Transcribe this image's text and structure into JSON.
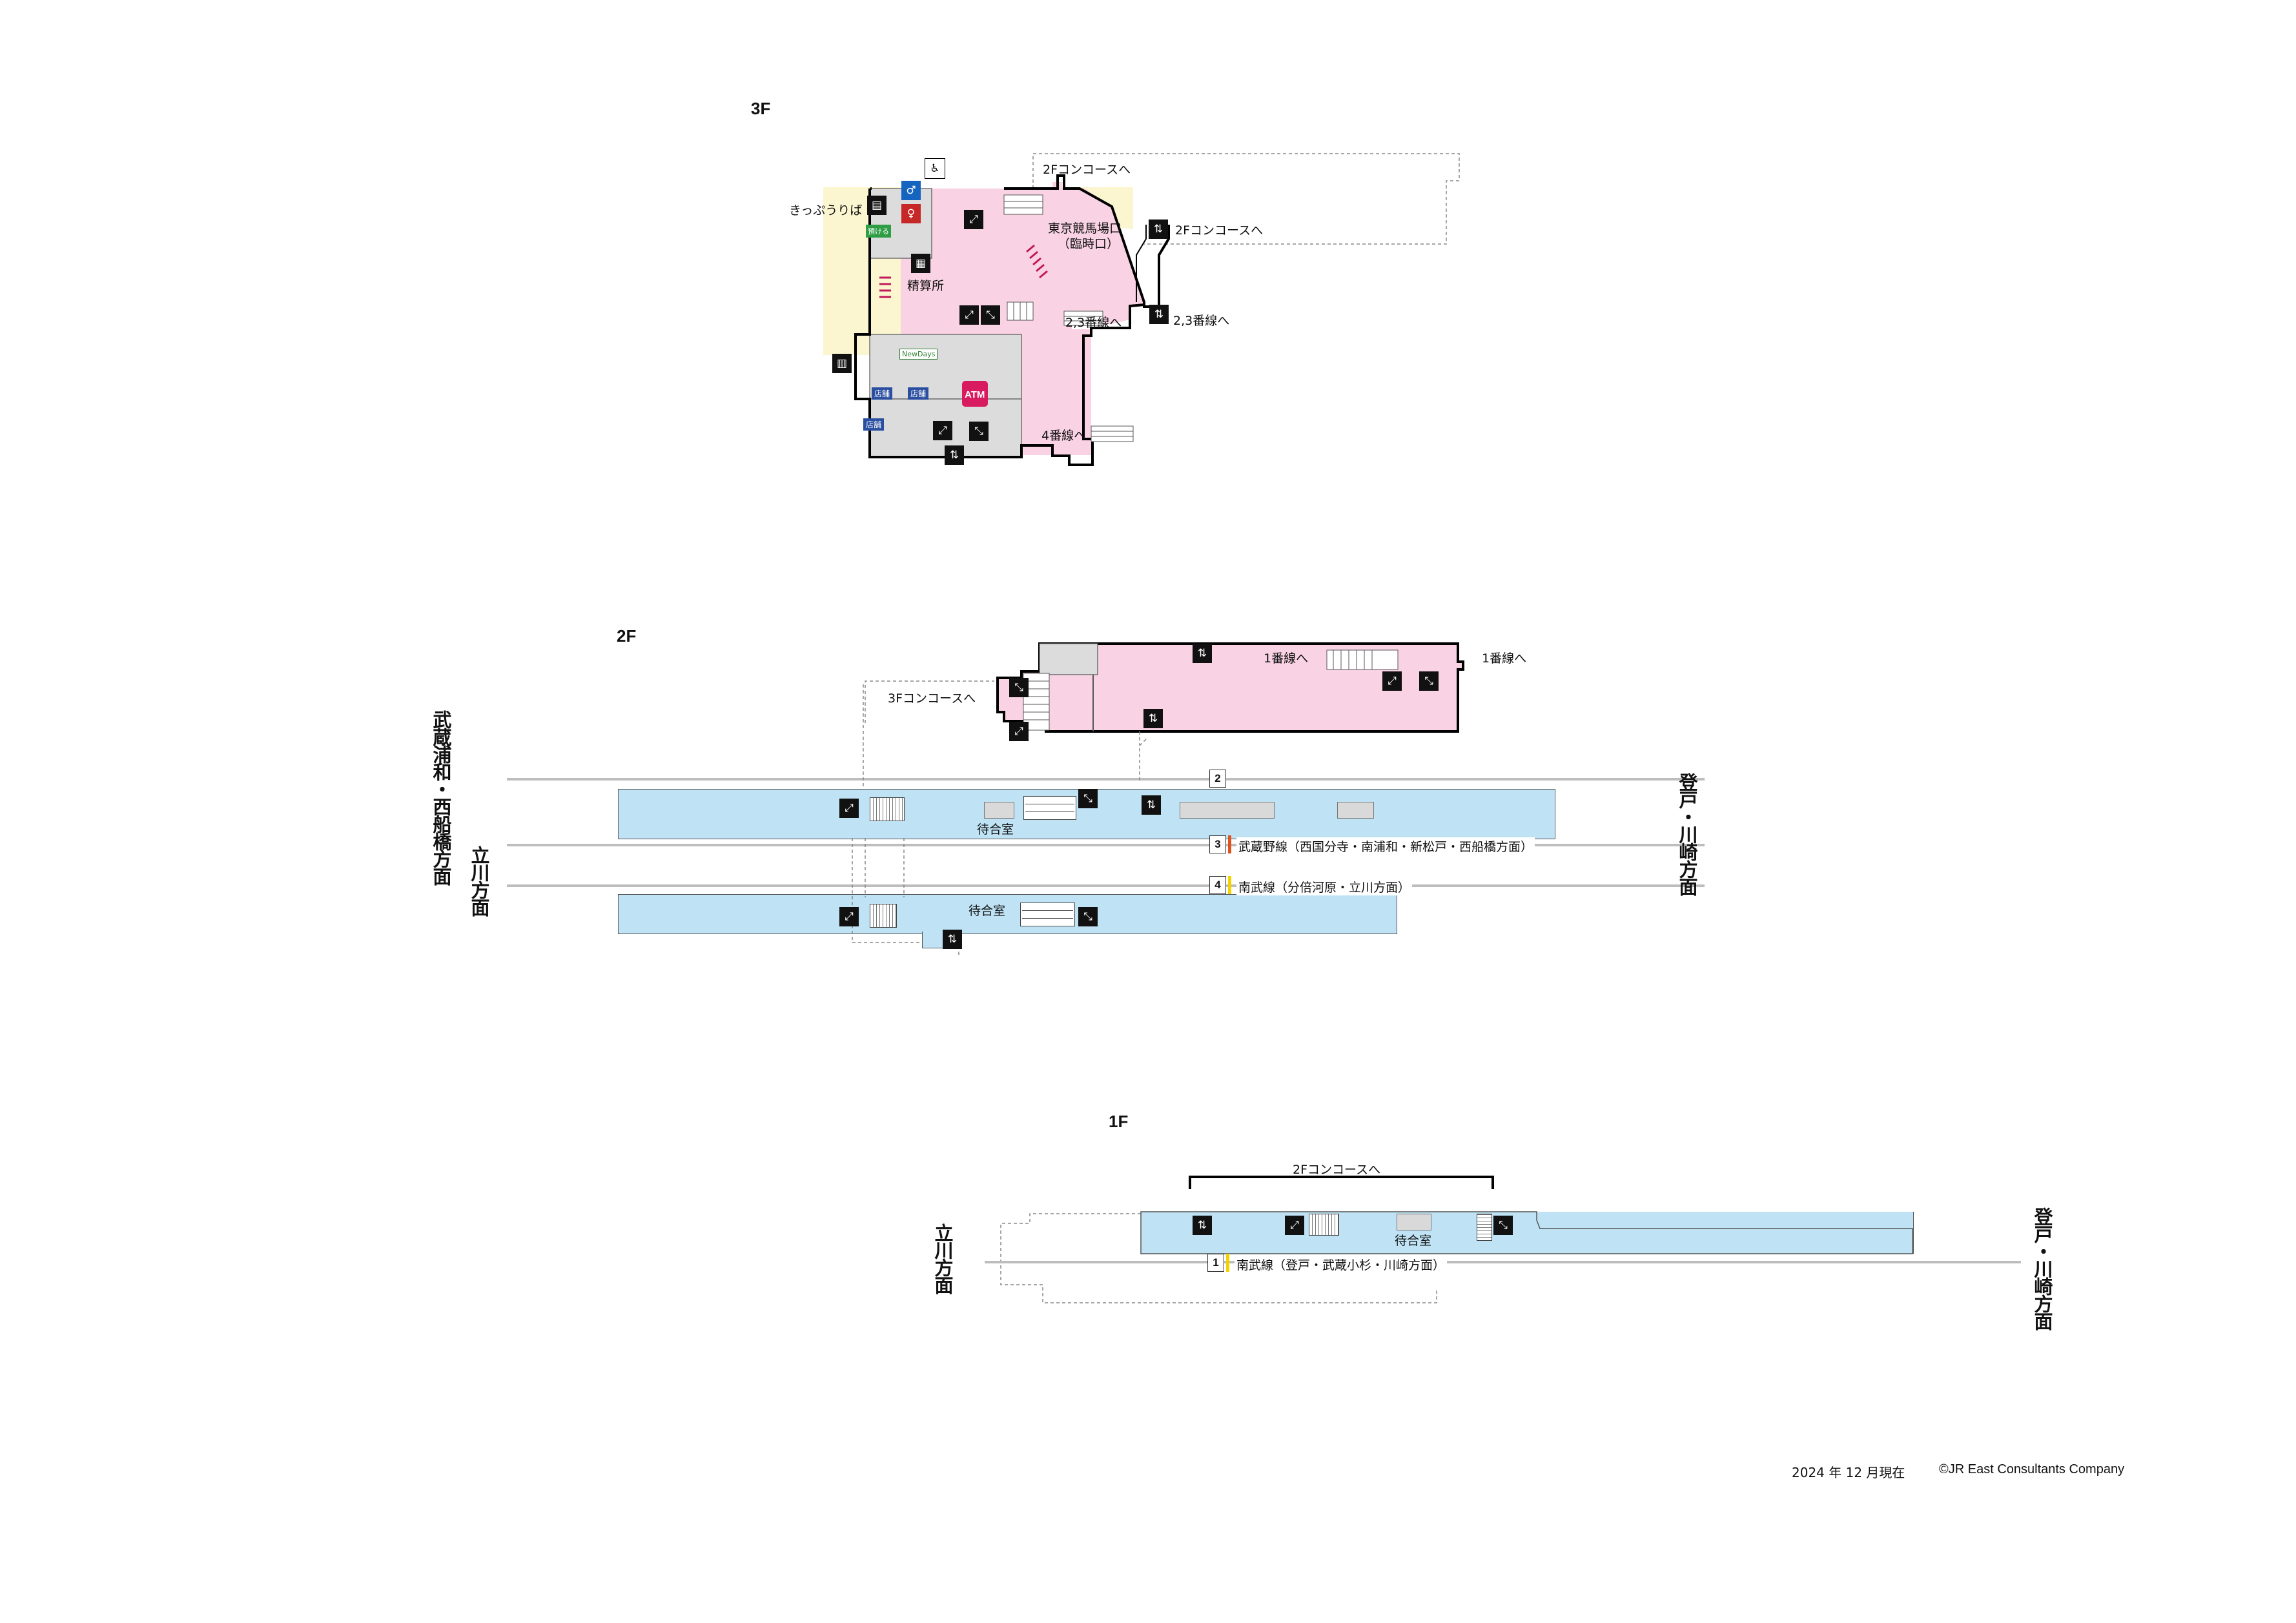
{
  "floors": {
    "f3": {
      "label": "3F"
    },
    "f2": {
      "label": "2F"
    },
    "f1": {
      "label": "1F"
    }
  },
  "f3_labels": {
    "to_2f_concourse_top": "2Fコンコースへ",
    "to_2f_concourse_right": "2Fコンコースへ",
    "ticket": "きっぷうりば",
    "race_exit_line1": "東京競馬場口",
    "race_exit_line2": "（臨時口）",
    "fare_adjust": "精算所",
    "to_23_inside": "2,3番線へ",
    "to_23_outside": "2,3番線へ",
    "to_4": "4番線へ",
    "atm": "ATM",
    "shop1": "店舗",
    "shop2": "店舗",
    "shop3": "店舗",
    "newdays": "NewDays",
    "locker": "預ける"
  },
  "f2_labels": {
    "to_1": "1番線へ",
    "to_1_outside": "1番線へ",
    "to_3f_concourse": "3Fコンコースへ",
    "waiting_room_1": "待合室",
    "waiting_room_2": "待合室",
    "left_direction": "武蔵浦和・西船橋方面",
    "left_direction2": "立川方面",
    "right_direction": "登戸・川崎方面"
  },
  "tracks_2f": [
    {
      "num": "2",
      "label": ""
    },
    {
      "num": "3",
      "label": "武蔵野線（西国分寺・南浦和・新松戸・西船橋方面）",
      "color": "#e0531f"
    },
    {
      "num": "4",
      "label": "南武線（分倍河原・立川方面）",
      "color": "#f2d300"
    }
  ],
  "f1_labels": {
    "to_2f_concourse": "2Fコンコースへ",
    "waiting_room": "待合室",
    "left_direction": "立川方面",
    "right_direction": "登戸・川崎方面"
  },
  "tracks_1f": [
    {
      "num": "1",
      "label": "南武線（登戸・武蔵小杉・川崎方面）",
      "color": "#f2d300"
    }
  ],
  "footer": {
    "date": "2024 年 12 月現在",
    "copyright": "©JR East Consultants Company"
  },
  "colors": {
    "concourse": "#f9d3e3",
    "outside_area": "#fbf6cf",
    "platform": "#bfe3f5",
    "musashino_line": "#e0531f",
    "nambu_line": "#f2d300"
  }
}
